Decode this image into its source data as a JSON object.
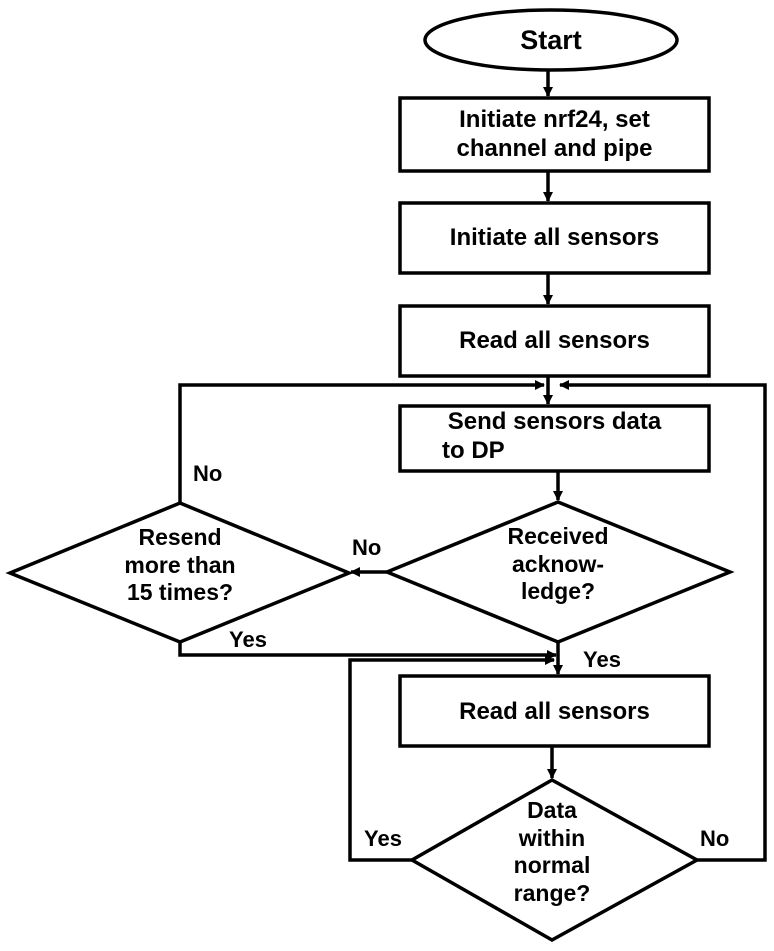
{
  "nodes": {
    "start": "Start",
    "init_nrf": "Initiate nrf24, set channel and pipe",
    "init_sensors": "Initiate all sensors",
    "read_sensors_1": "Read all sensors",
    "send_data": "Send sensors data to DP",
    "received_ack": "Received acknow-ledge?",
    "resend": "Resend more than 15 times?",
    "read_sensors_2": "Read all sensors",
    "data_normal": "Data within normal range?"
  },
  "node_lines": {
    "init_nrf": [
      "Initiate nrf24, set",
      "channel and pipe"
    ],
    "send_data": [
      "Send sensors data",
      "to DP"
    ],
    "received_ack": [
      "Received",
      "acknow-",
      "ledge?"
    ],
    "resend": [
      "Resend",
      "more than",
      "15 times?"
    ],
    "data_normal": [
      "Data",
      "within",
      "normal",
      "range?"
    ]
  },
  "edges": {
    "ack_no": "No",
    "ack_yes": "Yes",
    "resend_no": "No",
    "resend_yes": "Yes",
    "normal_yes": "Yes",
    "normal_no": "No"
  }
}
